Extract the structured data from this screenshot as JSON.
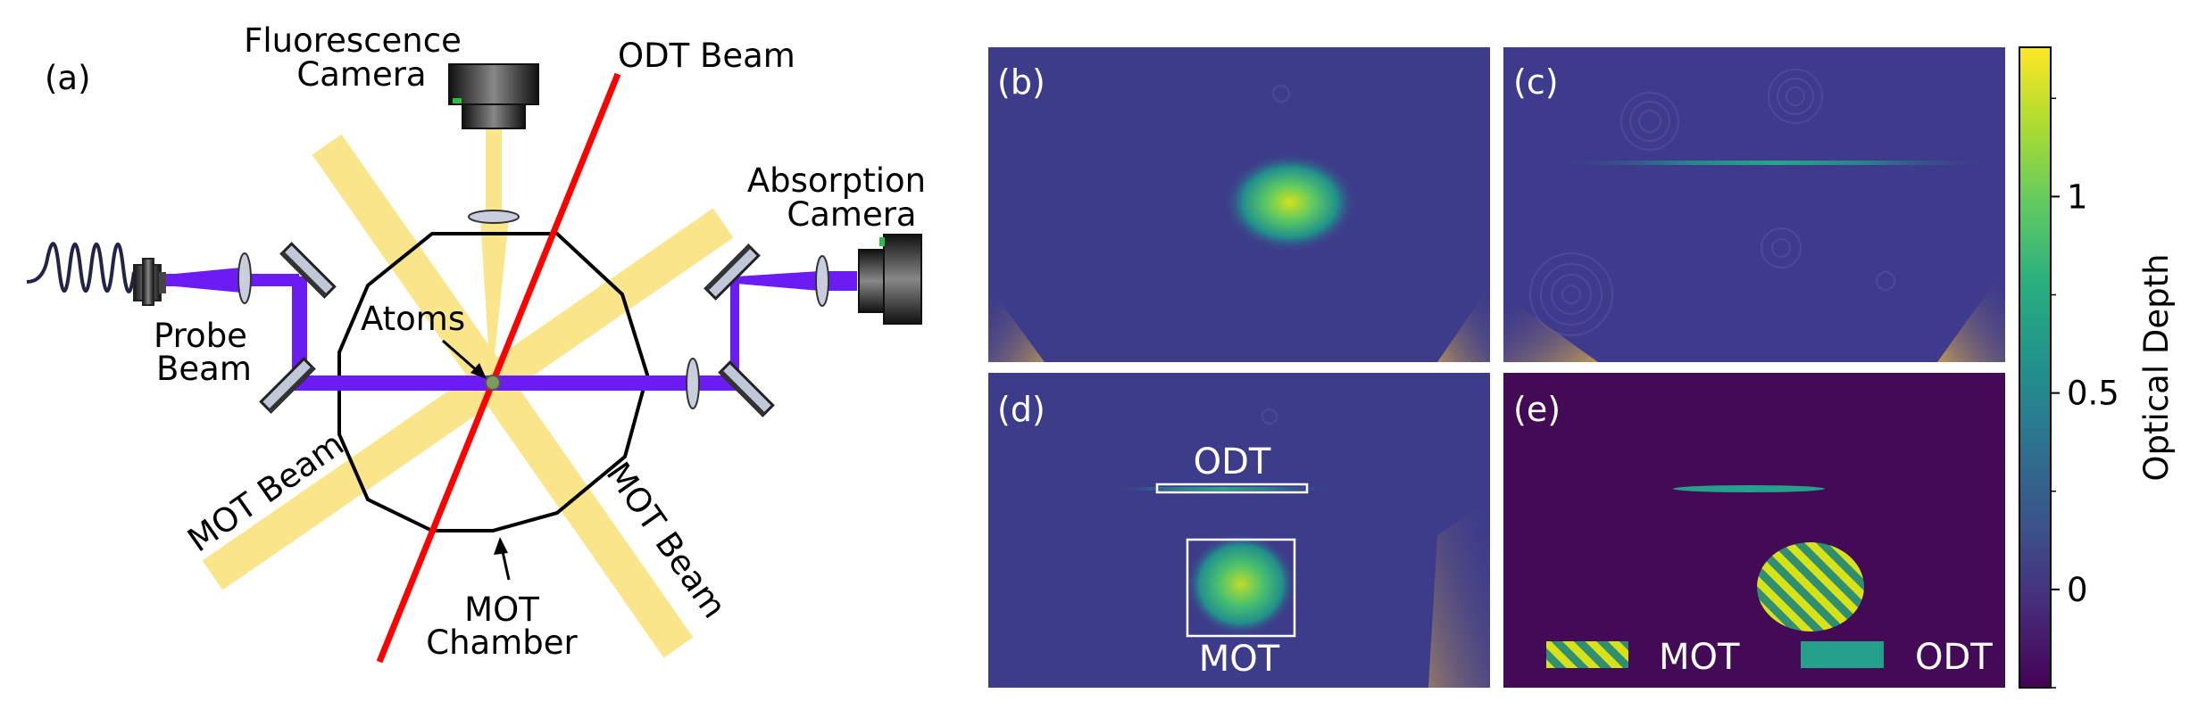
{
  "panel_labels": {
    "a": "(a)",
    "b": "(b)",
    "c": "(c)",
    "d": "(d)",
    "e": "(e)"
  },
  "schematic": {
    "fluorescence_camera": [
      "Fluorescence",
      "Camera"
    ],
    "odt_beam": "ODT Beam",
    "absorption_camera": [
      "Absorption",
      "Camera"
    ],
    "probe_beam": [
      "Probe",
      "Beam"
    ],
    "atoms": "Atoms",
    "mot_beam_left": "MOT Beam",
    "mot_beam_right": "MOT Beam",
    "mot_chamber": [
      "MOT",
      "Chamber"
    ]
  },
  "image_panels": {
    "d": {
      "odt_box_label": "ODT",
      "mot_box_label": "MOT"
    },
    "e": {
      "legend": [
        {
          "label": "MOT",
          "pattern": "hatched"
        },
        {
          "label": "ODT",
          "pattern": "solid"
        }
      ]
    }
  },
  "colorbar": {
    "label": "Optical Depth",
    "ticks": [
      {
        "value": 0,
        "label": "0"
      },
      {
        "value": 0.5,
        "label": "0.5"
      },
      {
        "value": 1,
        "label": "1"
      }
    ],
    "range": [
      -0.25,
      1.38
    ]
  },
  "colors": {
    "beam_yellow": "#fbe58a",
    "odt_red": "#ff0000",
    "probe_violet": "#6a1cf2",
    "background_dark": "#3d3c8a",
    "mask_purple": "#430a56",
    "odt_teal": "#25a08a",
    "mot_hatch": "#b5dc36"
  }
}
